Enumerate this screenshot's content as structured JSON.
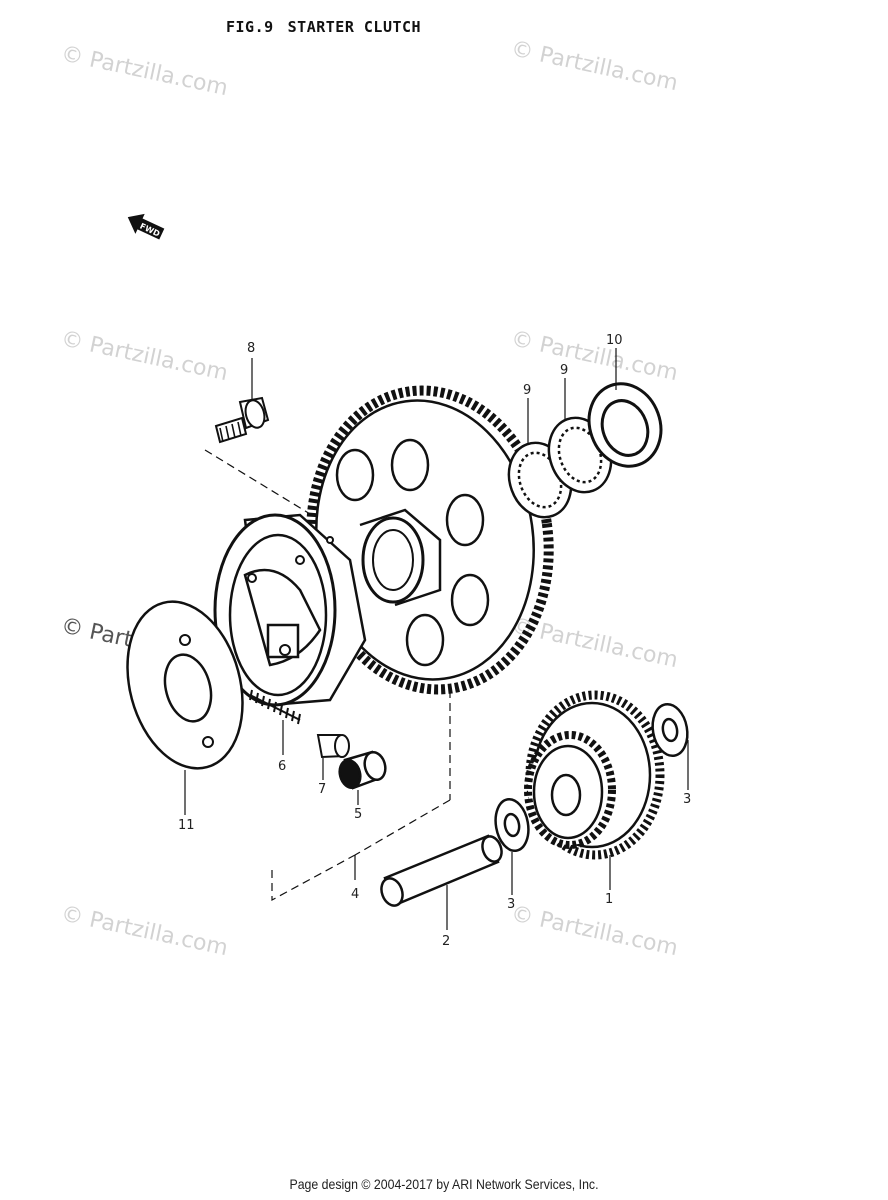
{
  "figure": {
    "number": "FIG.9",
    "title": "STARTER CLUTCH"
  },
  "direction_arrow": {
    "label": "FWD",
    "icon": "forward-arrow-icon"
  },
  "watermark": {
    "text": "© Partzilla.com"
  },
  "callouts": [
    "8",
    "10",
    "9",
    "9",
    "6",
    "7",
    "5",
    "11",
    "4",
    "2",
    "3",
    "1",
    "3"
  ],
  "footer": {
    "text": "Page design © 2004-2017 by ARI Network Services, Inc."
  },
  "colors": {
    "ink": "#111111",
    "watermark": "#d2d2d2",
    "background": "#ffffff"
  }
}
